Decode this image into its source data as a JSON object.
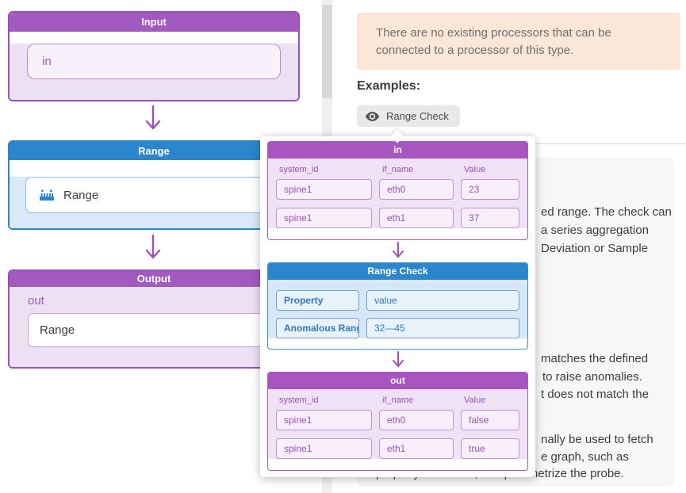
{
  "colors": {
    "accent_purple": "#a35ac0",
    "accent_blue": "#2b86cc",
    "alert_bg": "#fbe7d7"
  },
  "diagram": {
    "input": {
      "title": "Input",
      "port": "in"
    },
    "range": {
      "title": "Range",
      "item": "Range"
    },
    "output": {
      "title": "Output",
      "port": "out",
      "value": "Range"
    }
  },
  "panel": {
    "alert_text": "There are no existing processors that can be connected to a processor of this type.",
    "examples_label": "Examples:",
    "example_button_label": "Range Check",
    "fragments": [
      "ed range. The check can",
      "a series aggregation",
      "Deviation or Sample",
      "matches the defined",
      "to raise anomalies.",
      "t does not match the",
      "nally be used to fetch",
      "e graph, such as",
      "property set nodes, and parametrize the probe."
    ]
  },
  "popup": {
    "in_table": {
      "title": "in",
      "columns": [
        "system_id",
        "if_name",
        "Value"
      ],
      "rows": [
        [
          "spine1",
          "eth0",
          "23"
        ],
        [
          "spine1",
          "eth1",
          "37"
        ]
      ]
    },
    "check_table": {
      "title": "Range Check",
      "rows": [
        [
          "Property",
          "value"
        ],
        [
          "Anomalous Range",
          "32—45"
        ]
      ]
    },
    "out_table": {
      "title": "out",
      "columns": [
        "system_id",
        "if_name",
        "Value"
      ],
      "rows": [
        [
          "spine1",
          "eth0",
          "false"
        ],
        [
          "spine1",
          "eth1",
          "true"
        ]
      ]
    }
  }
}
